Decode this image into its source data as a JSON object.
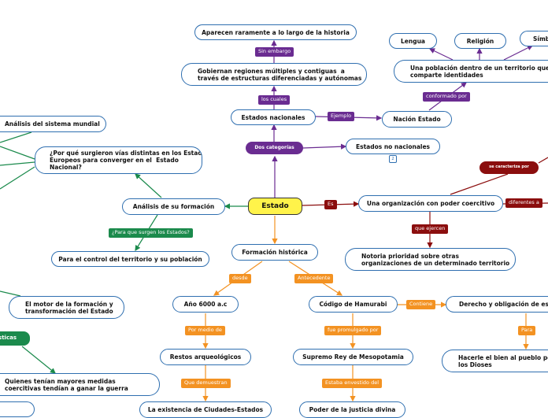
{
  "root": "Estado",
  "nodes": {
    "aparecen": "Aparecen raramente a lo largo de la historia",
    "gobiernan": "Gobiernan regiones múltiples y contiguas  a\ntravés de estructuras diferenciadas y autónomas",
    "estados_nacionales": "Estados nacionales",
    "nacion_estado": "Nación Estado",
    "poblacion": "Una población dentro de un territorio que\ncomparte identidades",
    "lengua": "Lengua",
    "religion": "Religión",
    "simbolos": "Símbolos",
    "estados_no_nacionales": "Estados no nacionales",
    "organizacion": "Una organización con poder coercitivo",
    "notoria": "Notoria prioridad sobre otras\norganizaciones de un determinado territorio",
    "analisis_mundial": "Análisis del sistema mundial",
    "por_que": "¿Por qué surgieron vías distintas en los Estados\nEuropeos para converger en el  Estado\nNacional?",
    "analisis_formacion": "Análisis de su formación",
    "control": "Para el control del territorio y su población",
    "motor": "El motor de la formación y\ntransformación del Estado",
    "quienes": "Quienes tenían mayores medidas\ncoercitivas tendían a ganar la guerra",
    "formacion_historica": "Formación histórica",
    "ano": "Año 6000 a.c",
    "restos": "Restos arqueológicos",
    "ciudades": "La existencia de Ciudades-Estados",
    "codigo": "Código de Hamurabi",
    "supremo": "Supremo Rey de Mesopotamia",
    "poder_justicia": "Poder de la justicia divina",
    "derecho": "Derecho y obligación de estado",
    "hacerle": "Hacerle el bien al pueblo por\nlos Dioses"
  },
  "links": {
    "sin_embargo": "Sin embargo",
    "los_cuales": "los cuales",
    "ejemplo": "Ejemplo",
    "conformado_por": "conformado por",
    "dos_categorias": "Dos categorías",
    "es": "Es",
    "que_ejercen": "que ejercen",
    "diferentes_a": "diferentes a",
    "se_caracteriza_por": "se caracteriza por",
    "para_que": "¿Para que surgen los Estados?",
    "desde": "desde",
    "antecedente": "Antecedente",
    "por_medio_de": "Por medio de",
    "que_demuestran": "Que demuestran",
    "fue_promulgado": "fue promulgado por",
    "estaba_investido": "Estaba envestido del",
    "contiene": "Contiene",
    "para": "Para",
    "esticas": "ísticas"
  },
  "badge": "2",
  "colors": {
    "purple": "#6a2c91",
    "orange": "#f39222",
    "red": "#8b0e0e",
    "green": "#1b8a4c",
    "node_border": "#2f6fb0",
    "root_fill": "#fff34a"
  }
}
